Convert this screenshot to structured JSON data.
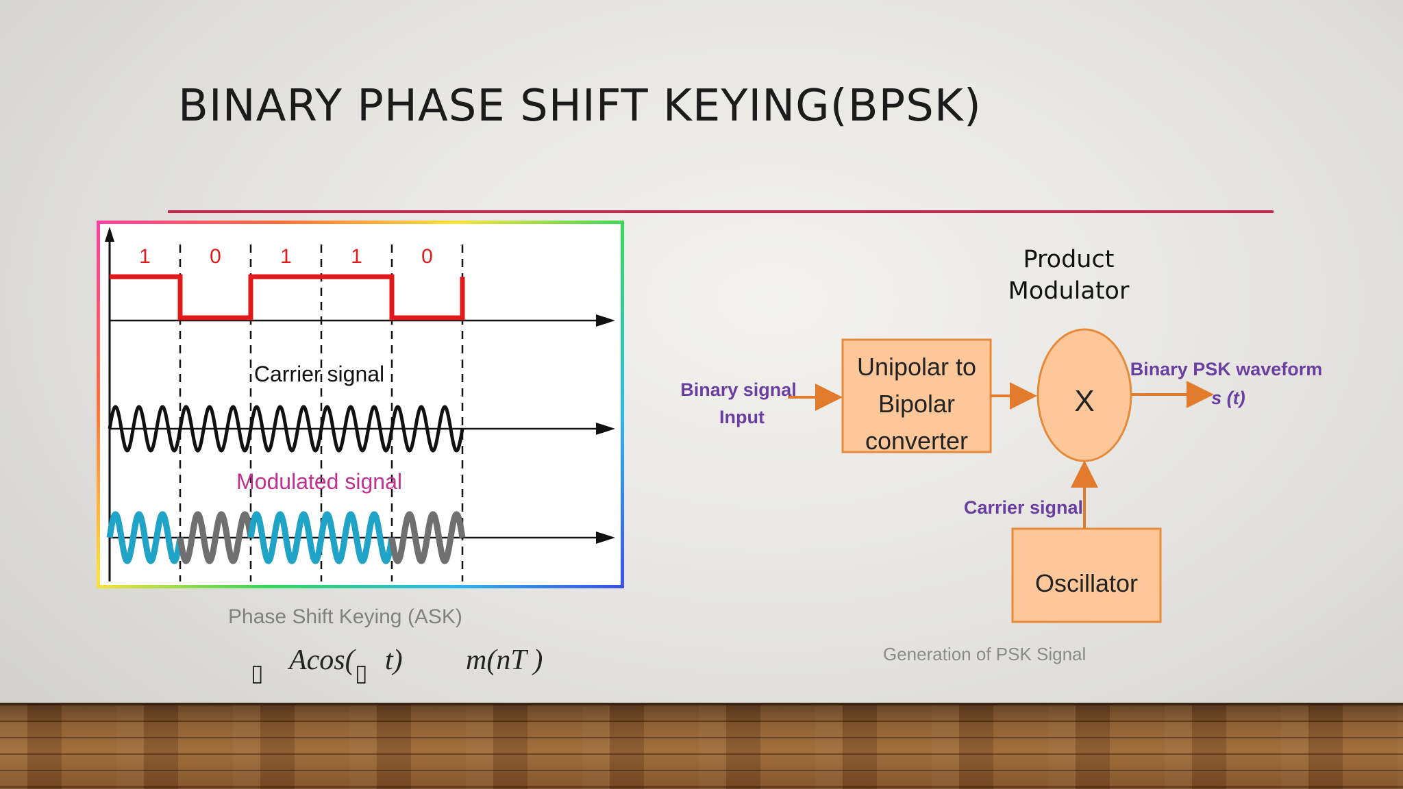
{
  "slide": {
    "title": "BINARY PHASE SHIFT KEYING(BPSK)",
    "accent_color": "#c8264f"
  },
  "left_figure": {
    "bits": [
      "1",
      "0",
      "1",
      "1",
      "0"
    ],
    "carrier_label": "Carrier signal",
    "modulated_label": "Modulated signal",
    "colors": {
      "data": "#e01a1a",
      "carrier": "#111111",
      "phase_a": "#1fa3c7",
      "phase_b": "#6f6f6f",
      "modulated_label": "#c0308f"
    },
    "caption": "Phase Shift Keying (ASK)"
  },
  "formula": {
    "part1": "Acos(",
    "part2": "t)",
    "part3": "m(nT )",
    "missing_glyph": "▯"
  },
  "block_diagram": {
    "product_modulator_label_line1": "Product",
    "product_modulator_label_line2": "Modulator",
    "input_label_line1": "Binary signal",
    "input_label_line2": "Input",
    "converter_line1": "Unipolar to",
    "converter_line2": "Bipolar",
    "converter_line3": "converter",
    "multiplier": "X",
    "output_label": "Binary PSK waveform",
    "output_symbol": "s (t)",
    "carrier_label": "Carrier signal",
    "oscillator": "Oscillator",
    "caption": "Generation of PSK Signal",
    "colors": {
      "block_fill": "#fdc79a",
      "block_border": "#e58a3a",
      "arrow": "#e37b2c",
      "label": "#6a3ea1"
    }
  }
}
